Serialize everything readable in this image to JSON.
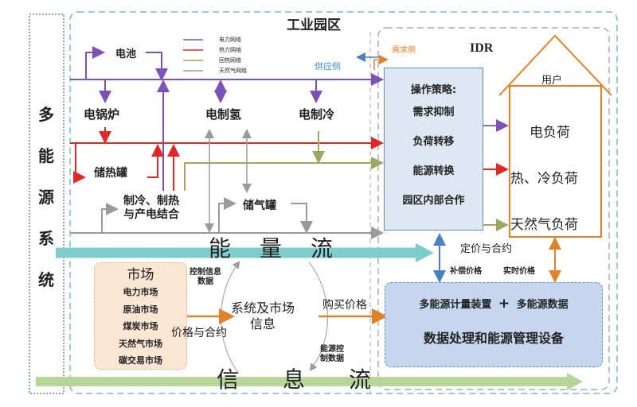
{
  "title": "工业园区",
  "left_label": [
    "多",
    "能",
    "源",
    "系",
    "统"
  ],
  "legend": [
    {
      "label": "电力网络",
      "color": "#7b52b5"
    },
    {
      "label": "热力网络",
      "color": "#e02828"
    },
    {
      "label": "回热网络",
      "color": "#9aa860"
    },
    {
      "label": "天然气网络",
      "color": "#9a9a9a"
    }
  ],
  "nodes": {
    "battery": "电池",
    "boiler": "电锅炉",
    "hydrogen": "电制氢",
    "cooling": "电制冷",
    "heat_storage": "储热罐",
    "cchp_1": "制冷、制热",
    "cchp_2": "与产电结合",
    "gas_storage": "储气罐"
  },
  "supply_side": "供应侧",
  "demand_side": "需求侧",
  "idr": "IDR",
  "strategy": {
    "heading": "操作策略:",
    "items": [
      "需求抑制",
      "负荷转移",
      "能源转换",
      "园区内部合作"
    ]
  },
  "user": {
    "label": "用户",
    "loads": [
      "电负荷",
      "热、冷负荷",
      "天然气负荷"
    ]
  },
  "energy_flow": [
    "能",
    "量",
    "流"
  ],
  "info_flow": [
    "信",
    "息",
    "流"
  ],
  "pricing": "定价与合约",
  "compensation_price": "补偿价格",
  "realtime_price": "实时价格",
  "market": {
    "title": "市场",
    "items": [
      "电力市场",
      "原油市场",
      "煤炭市场",
      "天然气市场",
      "碳交易市场"
    ]
  },
  "control_info_1": "控制信息",
  "control_info_2": "数据",
  "system_info_1": "系统及市场",
  "system_info_2": "信息",
  "price_contract": "价格与合约",
  "purchase_price": "购买价格",
  "energy_control_1": "能源控",
  "energy_control_2": "制数据",
  "data_box": {
    "line1a": "多能源计量装置",
    "plus": "+",
    "line1b": "多能源数据",
    "line2": "数据处理和能源管理设备"
  },
  "colors": {
    "power": "#7b52b5",
    "heat": "#e02828",
    "reheat": "#9aa860",
    "gas": "#9a9a9a",
    "energy_flow": "#7ecdcd",
    "info_flow": "#b5d59a",
    "orange": "#e0822a",
    "blue": "#4a7fc0"
  }
}
